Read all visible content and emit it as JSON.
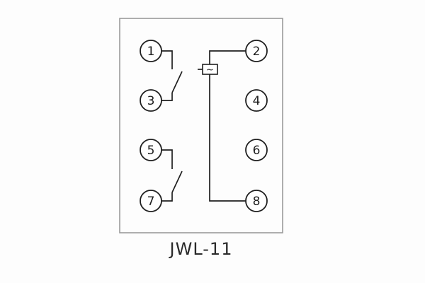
{
  "diagram": {
    "model_label": "JWL-11",
    "coil_symbol": "~",
    "terminals": [
      {
        "id": "1"
      },
      {
        "id": "2"
      },
      {
        "id": "3"
      },
      {
        "id": "4"
      },
      {
        "id": "5"
      },
      {
        "id": "6"
      },
      {
        "id": "7"
      },
      {
        "id": "8"
      }
    ],
    "colors": {
      "wire": "#1f1f1f",
      "enclosure": "#9a9a9a",
      "background": "#fdfdfd"
    }
  }
}
